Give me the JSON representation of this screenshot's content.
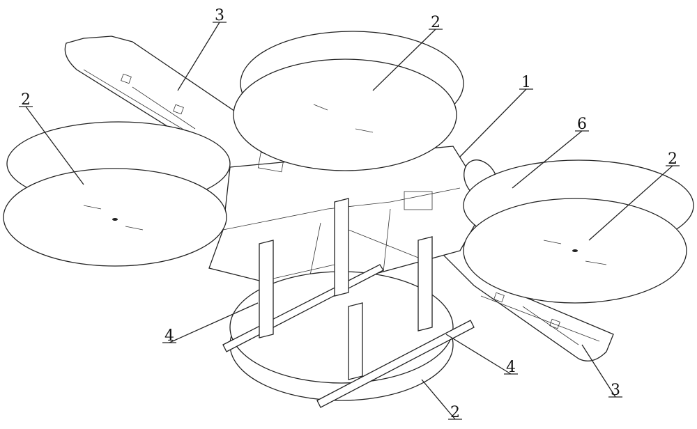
{
  "figure": {
    "labels": {
      "wing_top_left": "3",
      "rotor_top_center": "2",
      "rotor_left": "2",
      "fuselage": "1",
      "component_6": "6",
      "rotor_right": "2",
      "landing_gear_left": "4",
      "landing_gear_right": "4",
      "wing_bottom_right": "3",
      "rotor_bottom": "2"
    },
    "stroke_color": "#222222",
    "background": "#ffffff"
  }
}
